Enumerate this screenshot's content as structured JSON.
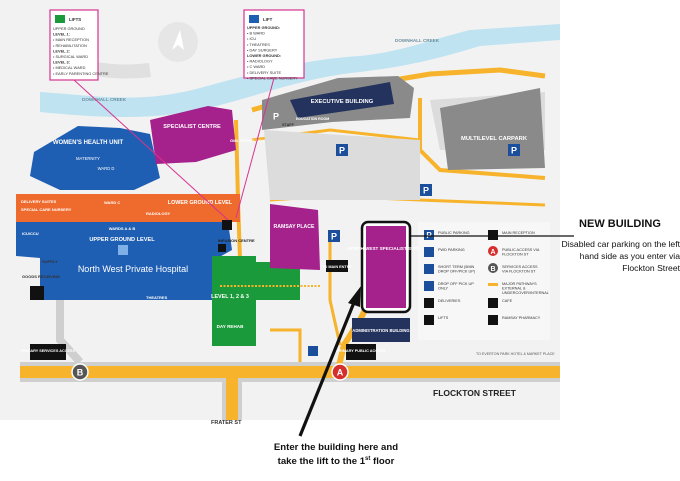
{
  "map": {
    "rivers": [
      "DOWNHALL CREEK",
      "DOWNHALL CREEK"
    ],
    "streets": {
      "main": "FLOCKTON STREET",
      "side": "FRATER ST"
    },
    "buildings": {
      "womens_health": {
        "title": "WOMEN'S HEALTH UNIT",
        "sub1": "MATERNITY",
        "sub2": "WARD D"
      },
      "specialist_centre": "SPECIALIST CENTRE",
      "gml_pathology": "GML PATHOLOGY",
      "executive": "EXECUTIVE BUILDING",
      "education": "EDUCATION ROOM",
      "multilevel": "MULTILEVEL CARPARK",
      "delivery": "DELIVERY SUITES",
      "special_care": "SPECIAL CARE NURSERY",
      "ward_c": "WARD C",
      "radiology": "RADIOLOGY",
      "lower_ground": "LOWER GROUND LEVEL",
      "icu": "ICU/CCU",
      "wards_ab": "WARDS A & B",
      "upper_ground": "UPPER GROUND LEVEL",
      "hospital_name": "North West Private Hospital",
      "theatres": "THEATRES",
      "supply": "SUPPLY",
      "goods_receiving": "GOODS RECEIVING",
      "infusion": "INFUSION CENTRE",
      "level123": "LEVEL 1, 2 & 3",
      "day_rehab": "DAY REHAB",
      "ramsay_place": "RAMSAY PLACE",
      "nwss": "NORTH WEST SPECIALIST SUITES",
      "admin": "ADMINISTRATION BUILDING",
      "to_main_entry": "TO MAIN ENTRY",
      "primary_services": "PRIMARY SERVICES ACCESS",
      "primary_public": "PRIMARY PUBLIC ACCESS",
      "to_everton": "TO EVERTON PARK HOTEL & MARKET PLACE",
      "staff": "STAFF"
    },
    "marker_a": "A",
    "marker_b": "B",
    "parking_letter": "P"
  },
  "lift_box_left": {
    "title": "LIFTS",
    "lines": [
      "UPPER GROUND",
      "LEVEL 1:",
      "• MAIN RECEPTION",
      "• REHABILITATION",
      "LEVEL 2:",
      "• SURGICAL WARD",
      "LEVEL 3:",
      "• MEDICAL WARD",
      "• EARLY PARENTING CENTRE"
    ]
  },
  "lift_box_right": {
    "title": "LIFT",
    "lines": [
      "UPPER GROUND:",
      "• B WARD",
      "• ICU",
      "• THEATRES",
      "• DAY SURGERY",
      "LOWER GROUND:",
      "• RADIOLOGY",
      "• C WARD",
      "• DELIVERY SUITE",
      "• SPECIAL CARE NURSERY"
    ]
  },
  "legend": [
    {
      "icon": "P",
      "label": "PUBLIC PARKING"
    },
    {
      "icon": "reception",
      "label": "MAIN RECEPTION"
    },
    {
      "icon": "pwd",
      "label": "PWD PARKING"
    },
    {
      "icon": "A",
      "label": "PUBLIC ACCESS VIA FLOCKTON ST"
    },
    {
      "icon": "short",
      "label": "SHORT TERM (5MIN DROP OFF/PICK UP)"
    },
    {
      "icon": "B",
      "label": "SERVICES ACCESS VIA FLOCKTON ST"
    },
    {
      "icon": "dropoff",
      "label": "DROP OFF PICK UP ONLY"
    },
    {
      "icon": "path",
      "label": "MAJOR PATHWAYS EXTERNAL & UNDERCOVER/INTERNAL"
    },
    {
      "icon": "deliveries",
      "label": "DELIVERIES"
    },
    {
      "icon": "cafe",
      "label": "CAFE"
    },
    {
      "icon": "lifts",
      "label": "LIFTS"
    },
    {
      "icon": "pharmacy",
      "label": "RAMSAY PHARMACY"
    }
  ],
  "callout": {
    "title": "NEW BUILDING",
    "body": "Disabled car parking on the left hand side as you enter via Flockton Street"
  },
  "bottom_note": {
    "line1": "Enter the building here and",
    "line2": "take the lift to the 1",
    "sup": "st",
    "line3": " floor"
  },
  "colors": {
    "road": "#f7b32b",
    "road_casing": "#cfcfcf",
    "river": "#bfe3f1",
    "navy": "#24335e",
    "magenta": "#a5218c",
    "blue": "#1f5fb3",
    "orange": "#ef6a2d",
    "green": "#1a9a3a",
    "parking_blue": "#1b4f9c",
    "grey_building": "#8a8a8a",
    "highlight_pink": "#d6338f",
    "marker_red": "#d62d2d"
  }
}
